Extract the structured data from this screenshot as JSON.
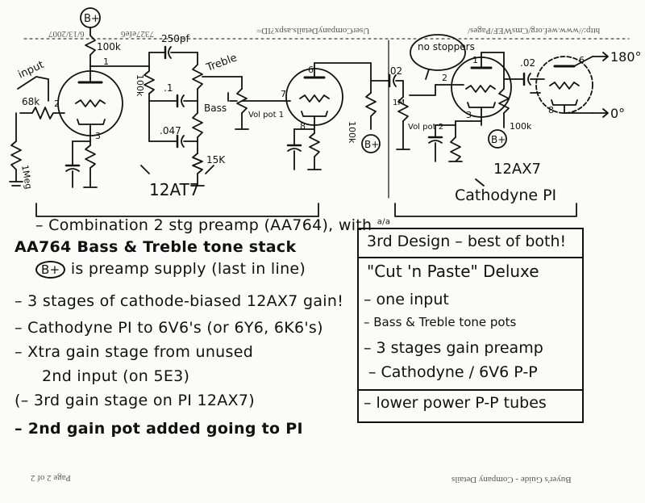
{
  "scan_header": {
    "left_date": "6/13/2007",
    "left_id": "7327efe6",
    "center_url": "UserCompanyDetails.aspx?ID=",
    "right_url": "http://www.wef.org/CmsWEF/Pages/"
  },
  "scan_footer": {
    "page": "Page 2 of 2",
    "title": "Buyer's Guide - Company Details"
  },
  "schematic": {
    "input_label": "input",
    "r_68k": "68k",
    "r_1meg": "1Meg",
    "r_100k_top": "100k",
    "bplus_top": "B+",
    "c_250pf": "250pf",
    "r_100k_vert": "100k",
    "treble_label": "Treble",
    "c_point1": ".1",
    "bass_label": "Bass",
    "c_047": ".047",
    "r_15k": "15K",
    "tube1_label": "12AT7",
    "vol_pot_1": "Vol pot 1",
    "c_02_a": ".02",
    "r_1m": "1M",
    "vol_pot_2": "Vol pot 2",
    "r_100k_v2": "100k",
    "bplus_v2": "B+",
    "no_stoppers": "no stoppers",
    "c_02_b": ".02",
    "r_100k_v3": "100k",
    "bplus_v3": "B+",
    "out_180": "180°",
    "out_0": "0°",
    "tube2_label": "12AX7",
    "cathodyne_label": "Cathodyne PI",
    "pins": [
      "1",
      "2",
      "3",
      "6",
      "7",
      "8",
      "2",
      "1",
      "3",
      "6",
      "8"
    ]
  },
  "notes": {
    "line1": "– Combination 2 stg preamp (AA764), with",
    "line1_sup": "a/a",
    "line2": "AA764 Bass & Treble tone stack",
    "line3_badge": "B+",
    "line3": "is preamp supply (last in line)",
    "line4": "– 3 stages of cathode-biased 12AX7 gain!",
    "line5": "– Cathodyne PI to 6V6's (or 6Y6, 6K6's)",
    "line6": "– Xtra gain stage from unused",
    "line7": "2nd input (on 5E3)",
    "line8": "(– 3rd gain stage on PI 12AX7)",
    "line9": "– 2nd gain pot added going to PI"
  },
  "design_box": {
    "title": "3rd Design – best of both!",
    "subtitle": "\"Cut 'n Paste\" Deluxe",
    "items": [
      "– one input",
      "– Bass & Treble tone pots",
      "– 3 stages gain preamp",
      "– Cathodyne / 6V6 P-P"
    ],
    "footer": "– lower power P-P tubes"
  }
}
